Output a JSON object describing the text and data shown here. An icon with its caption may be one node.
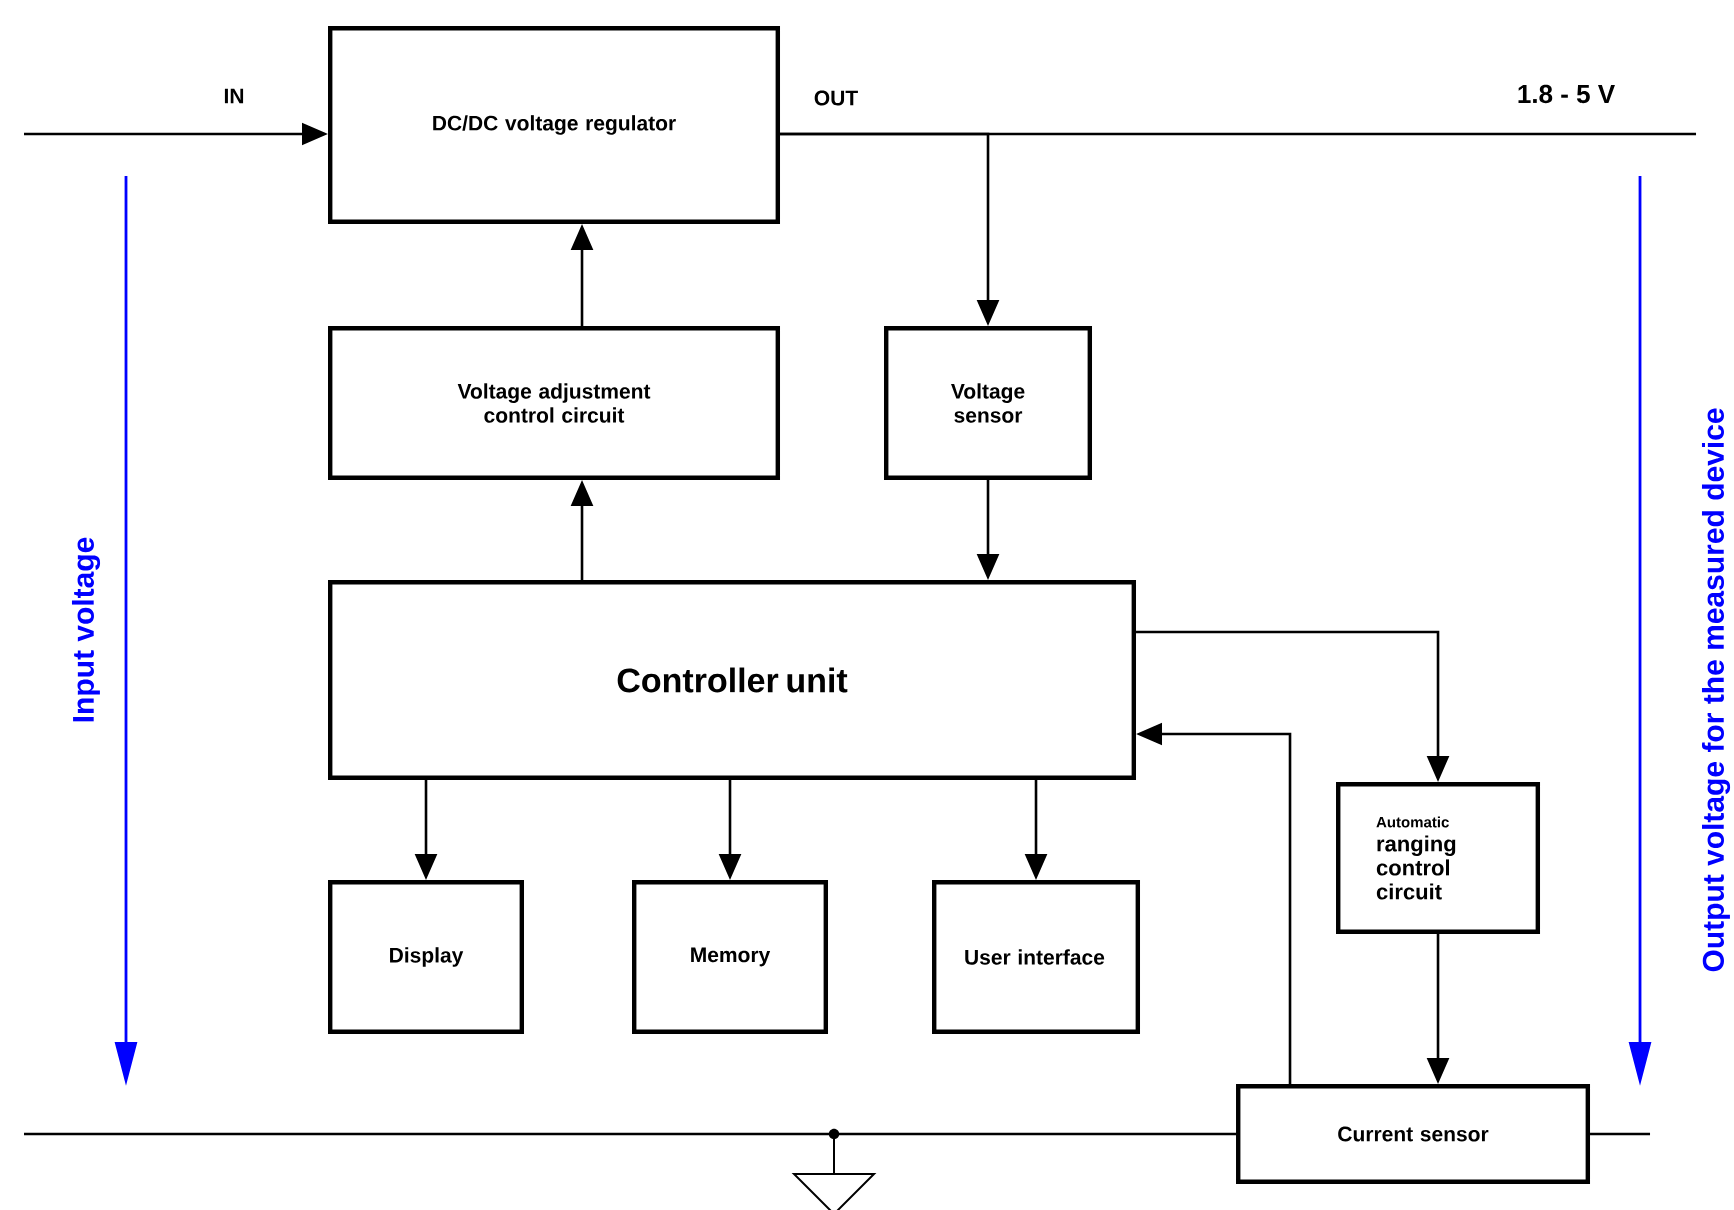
{
  "diagram": {
    "nodes": [
      {
        "text": [
          "DC/DC voltage regulator"
        ]
      },
      {
        "text": [
          "Voltage adjustment control circuit"
        ]
      },
      {
        "text": [
          "Voltage sensor"
        ]
      },
      {
        "text": [
          "Controller unit"
        ]
      },
      {
        "text": [
          "Display"
        ]
      },
      {
        "text": [
          "Memory"
        ]
      },
      {
        "text": [
          "User interface"
        ]
      },
      {
        "text": [
          "Automatic",
          "ranging control circuit"
        ]
      },
      {
        "text": [
          "Current sensor"
        ]
      }
    ],
    "edges": [
      {
        "from": null,
        "to": 0,
        "arrow": "to",
        "label": "IN"
      },
      {
        "from": 0,
        "to": null,
        "arrow": "none",
        "label": "OUT"
      },
      {
        "from": 0,
        "to": 2,
        "arrow": "to"
      },
      {
        "from": 1,
        "to": 0,
        "arrow": "to"
      },
      {
        "from": 2,
        "to": 3,
        "arrow": "to"
      },
      {
        "from": 3,
        "to": 1,
        "arrow": "to"
      },
      {
        "from": 3,
        "to": 4,
        "arrow": "to"
      },
      {
        "from": 3,
        "to": 5,
        "arrow": "to"
      },
      {
        "from": 3,
        "to": 6,
        "arrow": "to"
      },
      {
        "from": 3,
        "to": 7,
        "arrow": "to"
      },
      {
        "from": 8,
        "to": 3,
        "arrow": "to"
      },
      {
        "from": 7,
        "to": 8,
        "arrow": "to"
      },
      {
        "from": null,
        "to": 8,
        "arrow": "none"
      },
      {
        "from": 8,
        "to": null,
        "arrow": "none"
      }
    ],
    "labels": [
      "1.8 - 5 V",
      "Input voltage",
      "Output voltage for the measured device"
    ]
  }
}
